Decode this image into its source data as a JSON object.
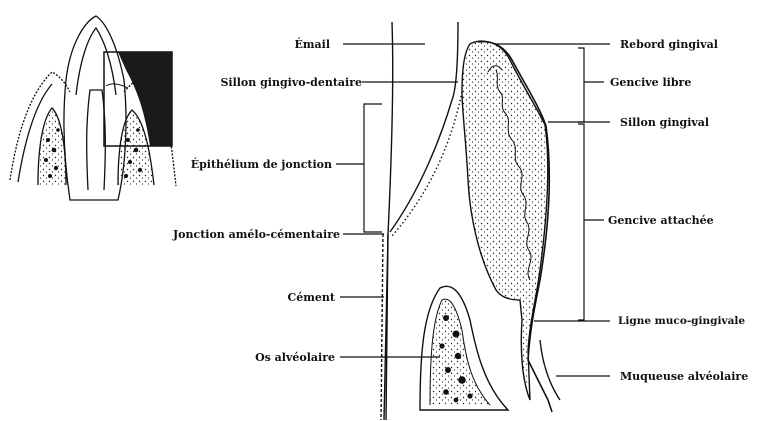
{
  "diagram": {
    "left_labels": [
      {
        "id": "email",
        "text": "Émail"
      },
      {
        "id": "sillon-gingivo-dentaire",
        "text": "Sillon gingivo-dentaire"
      },
      {
        "id": "epithelium-de-jonction",
        "text": "Épithélium de jonction"
      },
      {
        "id": "jonction-amelo-cementaire",
        "text": "Jonction amélo-cémentaire"
      },
      {
        "id": "cement",
        "text": "Cément"
      },
      {
        "id": "os-alveolaire",
        "text": "Os alvéolaire"
      }
    ],
    "right_labels": [
      {
        "id": "rebord-gingival",
        "text": "Rebord gingival"
      },
      {
        "id": "gencive-libre",
        "text": "Gencive libre"
      },
      {
        "id": "sillon-gingival",
        "text": "Sillon gingival"
      },
      {
        "id": "gencive-attachee",
        "text": "Gencive attachée"
      },
      {
        "id": "ligne-muco-gingivale",
        "text": "Ligne muco-gingivale"
      },
      {
        "id": "muqueuse-alveolaire",
        "text": "Muqueuse alvéolaire"
      }
    ]
  }
}
